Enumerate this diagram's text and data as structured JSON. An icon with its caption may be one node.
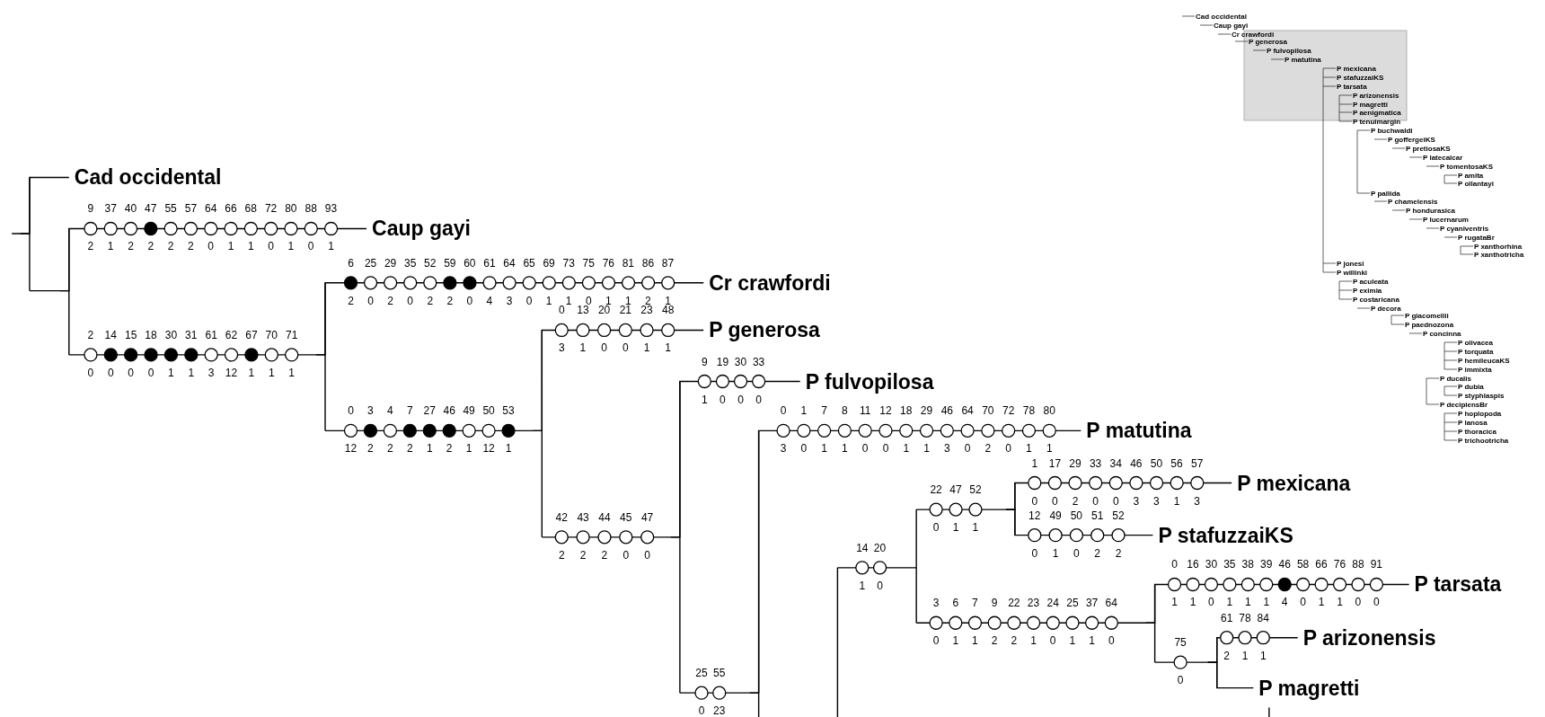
{
  "diagram": {
    "nodes": [
      {
        "text": [
          "Cad occidental"
        ]
      },
      {
        "text": [
          "Caup gayi"
        ]
      },
      {
        "text": [
          "Cr crawfordi"
        ]
      },
      {
        "text": [
          "P generosa"
        ]
      },
      {
        "text": [
          "P fulvopilosa"
        ]
      },
      {
        "text": [
          "P matutina"
        ]
      },
      {
        "text": [
          "P mexicana"
        ]
      },
      {
        "text": [
          "P stafuzzaiKS"
        ]
      },
      {
        "text": [
          "P tarsata"
        ]
      },
      {
        "text": [
          "P arizonensis"
        ]
      },
      {
        "text": [
          "P magretti"
        ]
      }
    ],
    "edges": [
      {
        "from": null,
        "to": 0,
        "arrow": "none"
      },
      {
        "from": null,
        "to": 1,
        "arrow": "none"
      },
      {
        "from": null,
        "to": 2,
        "arrow": "none"
      },
      {
        "from": null,
        "to": 3,
        "arrow": "none"
      },
      {
        "from": null,
        "to": 4,
        "arrow": "none"
      },
      {
        "from": null,
        "to": 5,
        "arrow": "none"
      },
      {
        "from": null,
        "to": 6,
        "arrow": "none"
      },
      {
        "from": null,
        "to": 7,
        "arrow": "none"
      },
      {
        "from": null,
        "to": 8,
        "arrow": "none"
      },
      {
        "from": null,
        "to": 9,
        "arrow": "none"
      },
      {
        "from": null,
        "to": 10,
        "arrow": "none"
      }
    ],
    "labels": [
      "9 37 40 47 55 57 64 66 68 72 80 88 93",
      "2 1 2 2 2 2 0 1 1 0 1 0 1",
      "6 25 29 35 52 59 60 61 64 65 69 73 75 76 81 86 87",
      "2 0 2 0 2 2 0 4 3 0 1 1 0 1 1 2 1",
      "0 13 20 21 23 48",
      "2 14 15 18 30 31 61 62 67 70 71",
      "3 1 0 0 1 1",
      "9 19 30 33",
      "0 0 0 0 1 1 3 12 1 1 1",
      "1 0 0 0",
      "0 3 4 7 27 46 49 50 53",
      "0 1 7 8 11 12 18 29 46 64 70 72 78 80",
      "12 2 2 2 1 2 1 12 1",
      "3 0 1 1 0 0 1 1 3 0 2 0 1 1",
      "1 17 29 33 34 46 50 56 57",
      "22 47 52",
      "0 0 2 0 0 3 3 1 3",
      "12 49 50 51 52",
      "42 43 44 45 47",
      "0 1 1",
      "14 20",
      "0 1 0 2 2",
      "2 2 2 0 0",
      "0 16 30 35 38 39 46 58 66 76 88 91",
      "1 0",
      "3 6 7 9 22 23 24 25 37 64",
      "1 1 0 1 1 1 4 0 1 1 0 0",
      "61 78 84",
      "75",
      "0 1 1 2 2 1 0 1 1 0",
      "2 1 1",
      "25 55",
      "0",
      "0 23",
      "Cad occidental",
      "Caup gayi",
      "Cr crawfordi",
      "P generosa",
      "P fulvopilosa",
      "P matutina",
      "P mexicana",
      "P stafuzzaiKS",
      "P tarsata",
      "P arizonensis",
      "P magretti",
      "P aenigmatica",
      "P tenuimargin",
      "P buchwaldi",
      "P goffergeiKS",
      "P pretiosaKS",
      "P latecalcar",
      "P tomentosaKS",
      "P amita",
      "P ollantayi",
      "P pallida",
      "P chamelensis",
      "P hondurasica",
      "P lucernarum",
      "P cyaniventris",
      "P rugataBr",
      "P xanthorhina",
      "P xanthotricha",
      "P jonesi",
      "P willinki",
      "P aculeata",
      "P eximia",
      "P costaricana",
      "P decora",
      "P giacomellii",
      "P paednozona",
      "P concinna",
      "P olivacea",
      "P torquata",
      "P hemileucaKS",
      "P immixta",
      "P ducalis",
      "P dubia",
      "P styphlaspis",
      "P decipiensBr",
      "P hoplopoda",
      "P lanosa",
      "P thoracica",
      "P trichootricha"
    ]
  }
}
